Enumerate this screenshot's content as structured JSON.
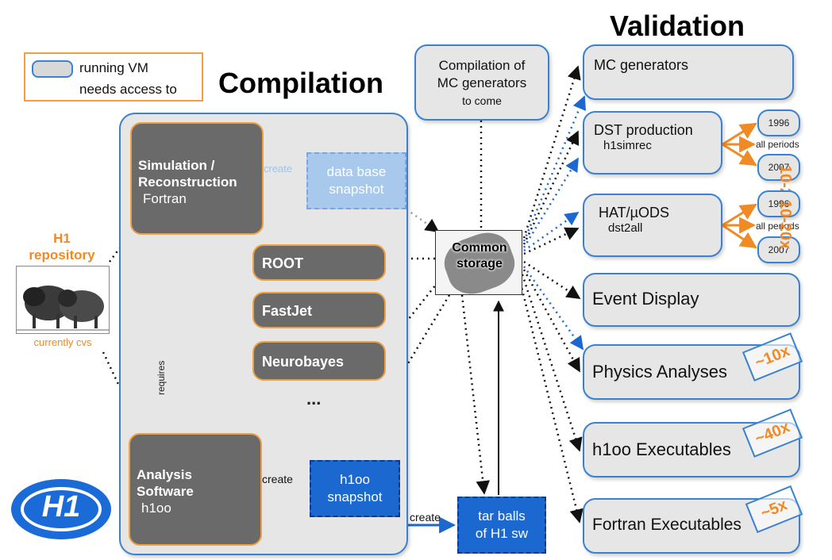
{
  "legend": {
    "vm_label": "running VM",
    "access_label": "needs access to"
  },
  "titles": {
    "compilation": "Compilation",
    "validation": "Validation"
  },
  "repository": {
    "title_line1": "H1",
    "title_line2": "repository",
    "subtitle": "currently cvs"
  },
  "compile_box": {
    "sim_reco_line1": "Simulation /",
    "sim_reco_line2": "Reconstruction",
    "sim_reco_line3": "Fortran",
    "root": "ROOT",
    "fastjet": "FastJet",
    "neurobayes": "Neurobayes",
    "ellipsis": "...",
    "analysis_line1": "Analysis",
    "analysis_line2": "Software",
    "analysis_line3": "h1oo",
    "requires": "requires",
    "create_db": "create",
    "db_snapshot_line1": "data base",
    "db_snapshot_line2": "snapshot",
    "create_h1oo": "create",
    "h1oo_snapshot_line1": "h1oo",
    "h1oo_snapshot_line2": "snapshot"
  },
  "mc_compile": {
    "line1": "Compilation of",
    "line2": "MC generators",
    "line3": "to come"
  },
  "storage": {
    "line1": "Common",
    "line2": "storage"
  },
  "tarballs": {
    "create": "create",
    "line1": "tar balls",
    "line2": "of H1 sw"
  },
  "validation": {
    "mc_generators": "MC generators",
    "dst_line1": "DST production",
    "dst_line2": "h1simrec",
    "hat_line1": "HAT/µODS",
    "hat_line2": "dst2all",
    "event_display": "Event Display",
    "physics": "Physics Analyses",
    "h1oo_exec": "h1oo Executables",
    "fortran_exec": "Fortran Executables",
    "dst_year_start": "1996",
    "dst_periods": "all periods",
    "dst_year_end": "2007",
    "hat_year_start": "1996",
    "hat_periods": "all periods",
    "hat_year_end": "2007",
    "dst_multiplier": "10-20x",
    "hat_multiplier": "10-20x",
    "physics_badge": "~10x",
    "h1oo_badge": "~40x",
    "fortran_badge": "~5x"
  },
  "logo": {
    "text": "H1"
  },
  "colors": {
    "vm_border": "#3a82d0",
    "orange": "#f08a24",
    "dark_box": "#6a6a6a",
    "blue_box": "#1a68d0"
  }
}
